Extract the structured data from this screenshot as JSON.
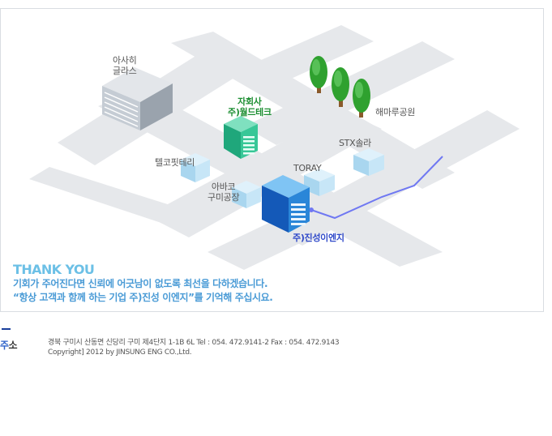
{
  "map": {
    "labels": {
      "asahi_line1": "아사히",
      "asahi_line2": "글라스",
      "worldtech_line1": "자회사",
      "worldtech_line2": "주)월드테크",
      "haemaru": "해마루공원",
      "stx": "STX솔라",
      "toray": "TORAY",
      "telcob": "텔코핏테리",
      "abaco_line1": "아바코",
      "abaco_line2": "구미공장",
      "jinsung": "주)진성이엔지"
    },
    "colors": {
      "road": "#e6e8eb",
      "route": "#6f78f2",
      "highlight_building": "#2a86d8",
      "subsidiary_building": "#2fc18f",
      "small_building": "#b8dcf2",
      "tree": "#2fa12f",
      "trunk": "#8a5a2b"
    }
  },
  "thanks": {
    "title": "THANK YOU",
    "line1": "기회가 주어진다면 신뢰에 어긋남이 없도록  최선을 다하겠습니다.",
    "line2": "“항상 고객과 함께 하는 기업 주)진성 이엔지”를  기억해 주십시요."
  },
  "footer": {
    "label_first": "주",
    "label_rest": "소",
    "address": "경북 구미시 산동면 신당리 구미 제4단지 1-1B 6L Tel : 054. 472.9141-2 Fax : 054. 472.9143",
    "copyright": "Copyright] 2012 by JINSUNG ENG CO.,Ltd."
  }
}
